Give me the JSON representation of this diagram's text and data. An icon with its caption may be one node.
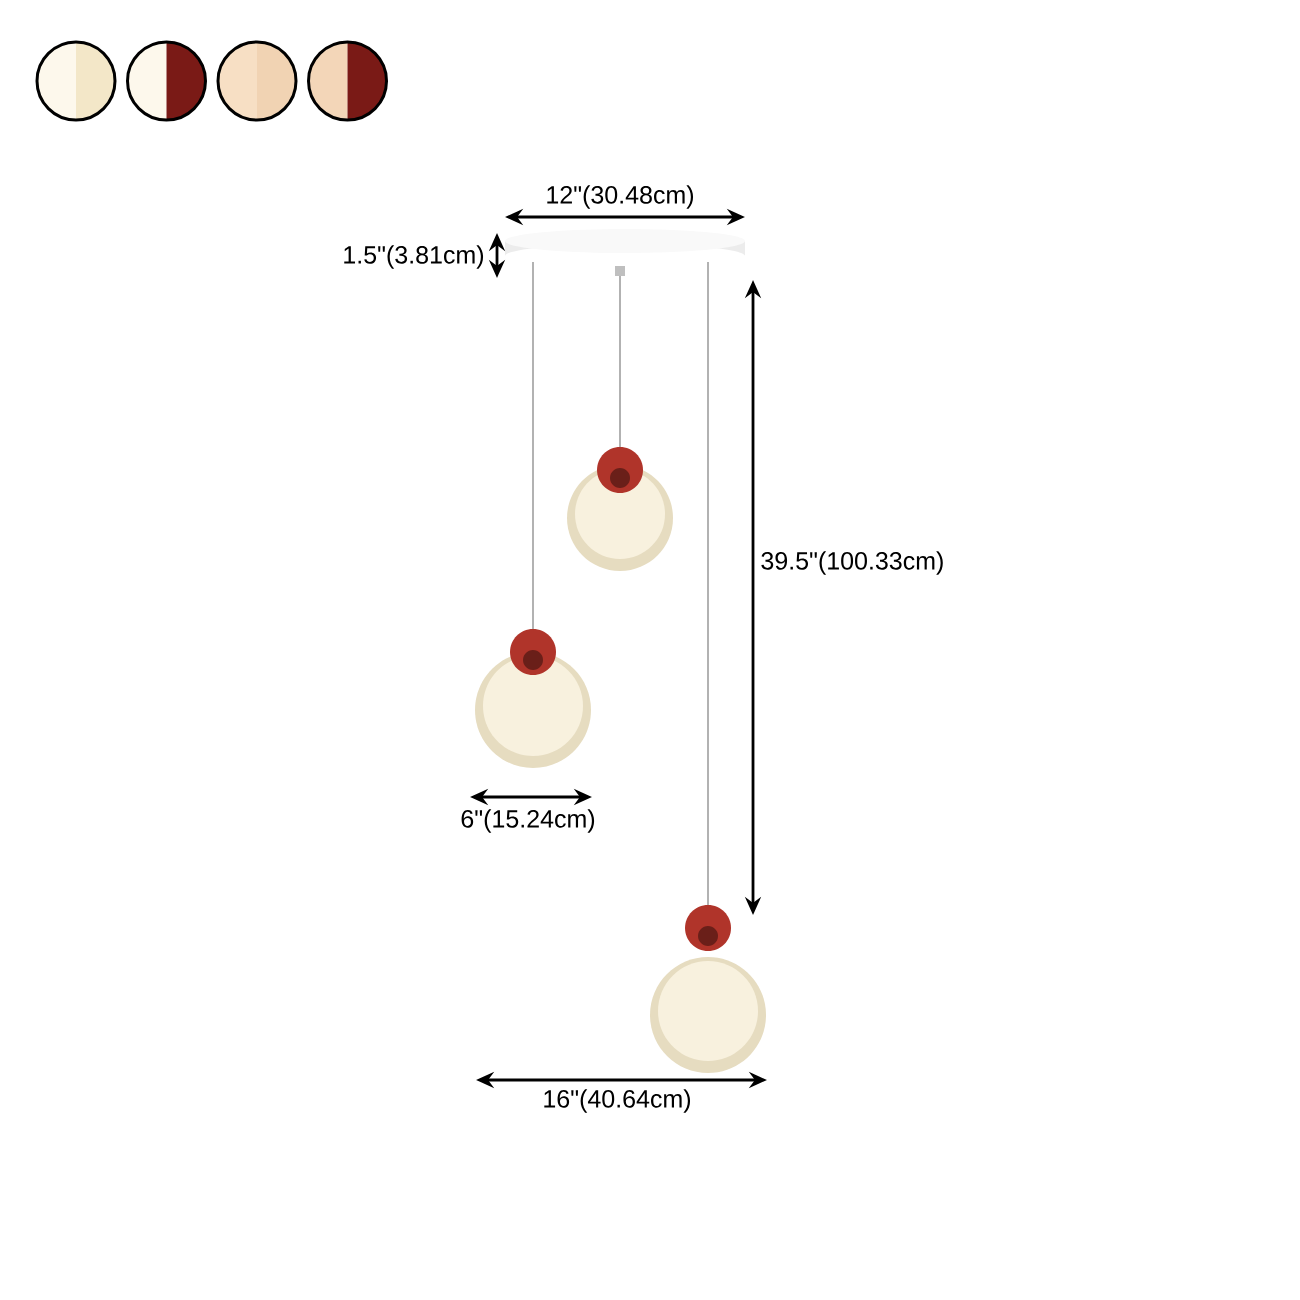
{
  "diagram": {
    "labels": [
      "12\"(30.48cm)",
      "1.5\"(3.81cm)",
      "39.5\"(100.33cm)",
      "6\"(15.24cm)",
      "16\"(40.64cm)"
    ]
  }
}
